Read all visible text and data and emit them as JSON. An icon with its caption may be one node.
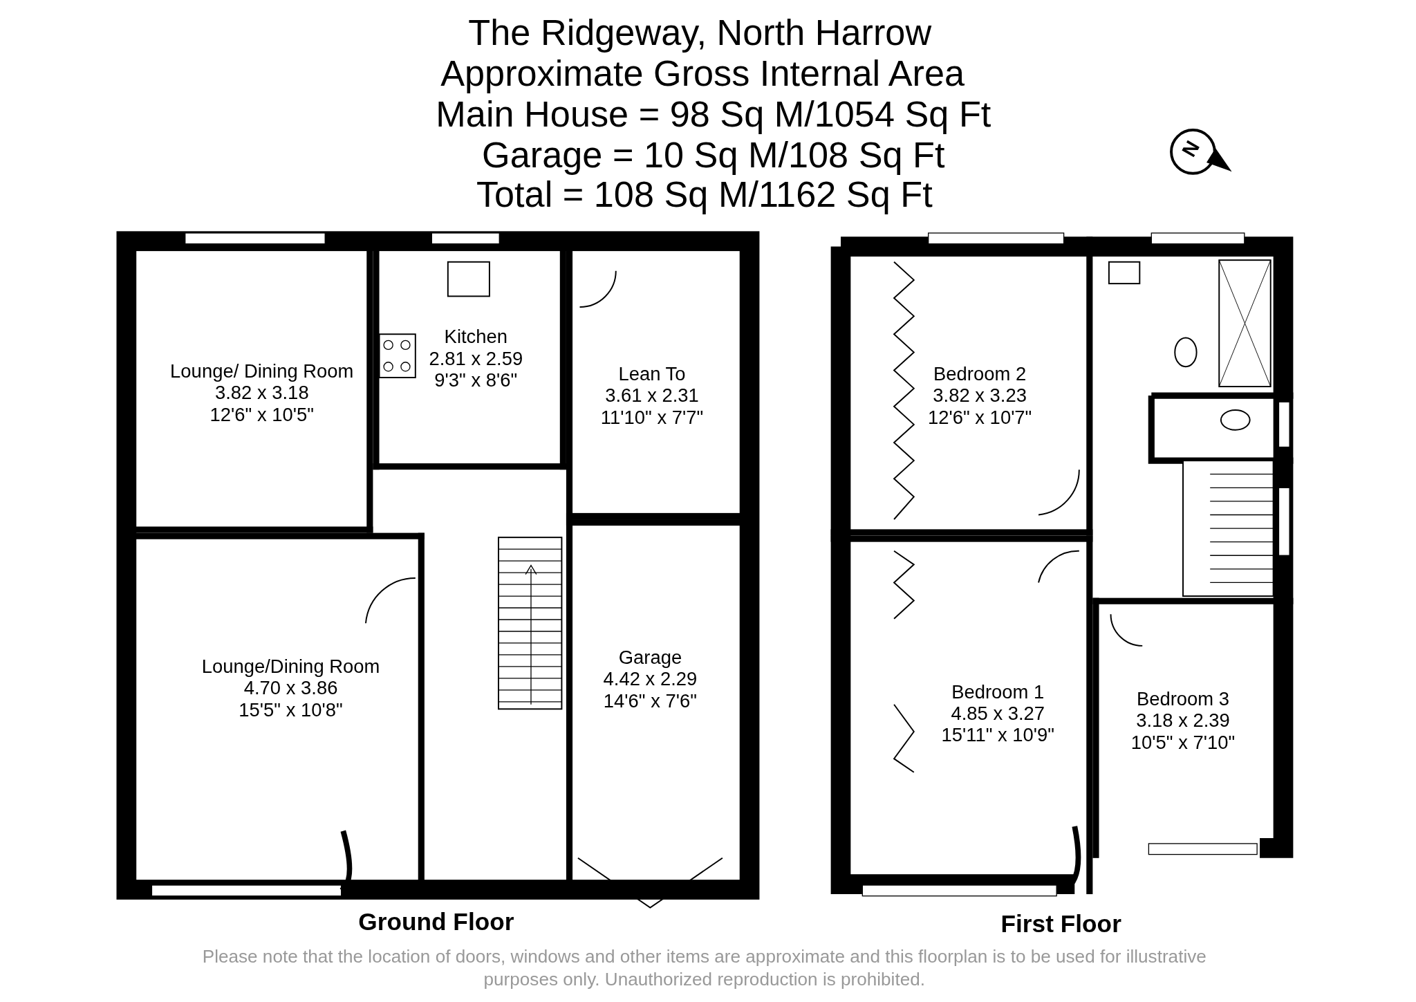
{
  "diagram": {
    "title": "The Ridgeway, North Harrow",
    "caption": "Please note that the location of doors, windows and other items are approximate and this floorplan is to be used for illustrative purposes only. Unauthorized reproduction is prohibited.",
    "nodes": [
      {
        "text": [
          "Ground Floor"
        ]
      },
      {
        "text": [
          "Lounge/ Dining Room",
          "3.82 x 3.18",
          "12'6\" x 10'5\""
        ],
        "in": 0
      },
      {
        "text": [
          "Kitchen",
          "2.81 x 2.59",
          "9'3\" x 8'6\""
        ],
        "in": 0
      },
      {
        "text": [
          "Lean To",
          "3.61 x 2.31",
          "11'10\" x 7'7\""
        ],
        "in": 0
      },
      {
        "text": [
          "Lounge/Dining Room",
          "4.70 x 3.86",
          "15'5\" x 10'8\""
        ],
        "in": 0
      },
      {
        "text": [
          "Garage",
          "4.42 x 2.29",
          "14'6\" x 7'6\""
        ],
        "in": 0
      },
      {
        "text": [
          "First Floor"
        ]
      },
      {
        "text": [
          "Bedroom 2",
          "3.82 x 3.23",
          "12'6\" x 10'7\""
        ],
        "in": 6
      },
      {
        "text": [
          "Bedroom 1",
          "4.85 x 3.27",
          "15'11\" x 10'9\""
        ],
        "in": 6
      },
      {
        "text": [
          "Bedroom 3",
          "3.18 x 2.39",
          "10'5\" x 7'10\""
        ],
        "in": 6
      }
    ],
    "labels": [
      "Approximate Gross Internal Area",
      "Main House = 98 Sq M/1054 Sq Ft",
      "Garage = 10 Sq M/108 Sq Ft",
      "Total = 108 Sq M/1162 Sq Ft",
      "N"
    ]
  }
}
